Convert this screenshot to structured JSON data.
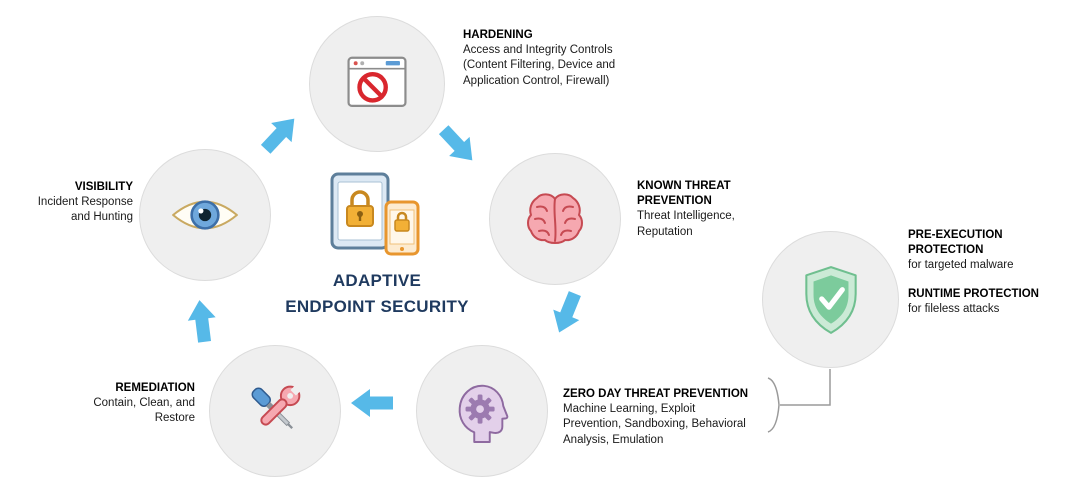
{
  "colors": {
    "arrow_blue": "#56b9e8",
    "circle_fill": "#efefef",
    "circle_border": "#dcdcdc",
    "title_navy": "#1f3a5f",
    "shield_green": "#7ccb9c",
    "lock_orange": "#f2b036",
    "brain_pink": "#f6a8b0",
    "head_purple": "#9c7bb0",
    "prohibition_red": "#d9272e"
  },
  "center": {
    "title_line1": "ADAPTIVE",
    "title_line2": "ENDPOINT SECURITY",
    "icon": "secured-devices-icon"
  },
  "nodes": [
    {
      "id": "hardening",
      "label": "HARDENING",
      "description": "Access and Integrity Controls (Content Filtering, Device and Application Control, Firewall)",
      "icon": "blocked-window-icon"
    },
    {
      "id": "known-threat-prevention",
      "label": "KNOWN THREAT PREVENTION",
      "description": "Threat Intelligence, Reputation",
      "icon": "brain-icon"
    },
    {
      "id": "zero-day-threat-prevention",
      "label": "ZERO DAY THREAT PREVENTION",
      "description": "Machine Learning, Exploit Prevention, Sandboxing, Behavioral Analysis, Emulation",
      "icon": "head-gear-icon"
    },
    {
      "id": "remediation",
      "label": "REMEDIATION",
      "description": "Contain, Clean, and Restore",
      "icon": "tools-icon"
    },
    {
      "id": "visibility",
      "label": "VISIBILITY",
      "description": "Incident Response and Hunting",
      "icon": "eye-icon"
    }
  ],
  "side_protection": {
    "icon": "shield-check-icon",
    "items": [
      {
        "label": "PRE-EXECUTION PROTECTION",
        "description": "for targeted malware"
      },
      {
        "label": "RUNTIME PROTECTION",
        "description": "for fileless attacks"
      }
    ]
  }
}
